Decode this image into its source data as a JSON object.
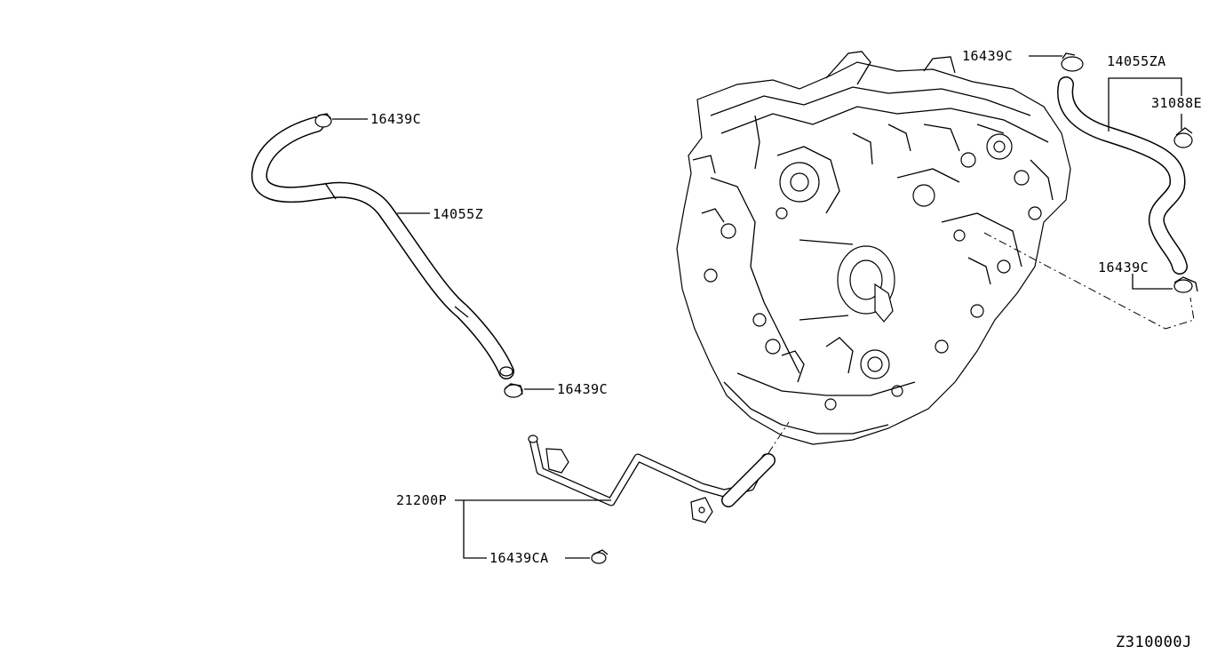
{
  "labels": {
    "clamp_left_top": "16439C",
    "hose_left": "14055Z",
    "clamp_left_bottom": "16439C",
    "clamp_right_top": "16439C",
    "hose_right": "14055ZA",
    "clip_right": "31088E",
    "clamp_right_bottom": "16439C",
    "pipe": "21200P",
    "clamp_pipe": "16439CA"
  },
  "diagram_code": "Z310000J"
}
